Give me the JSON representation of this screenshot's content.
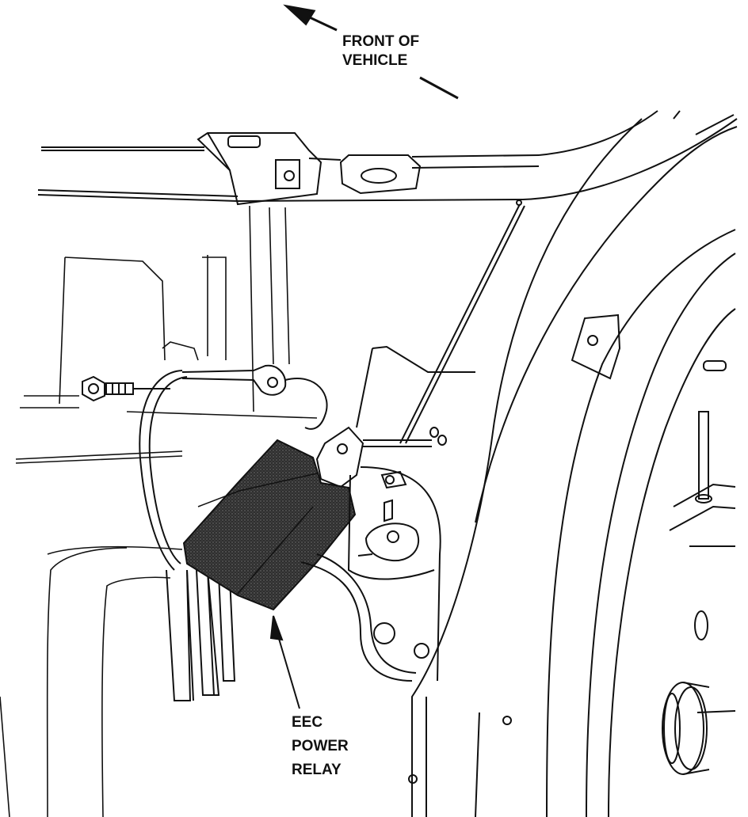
{
  "labels": {
    "front_line1": "FRONT OF",
    "front_line2": "VEHICLE",
    "relay_line1": "EEC",
    "relay_line2": "POWER",
    "relay_line3": "RELAY"
  },
  "colors": {
    "ink": "#111111",
    "relay_fill": "#3a3a3a",
    "paper": "#ffffff"
  }
}
